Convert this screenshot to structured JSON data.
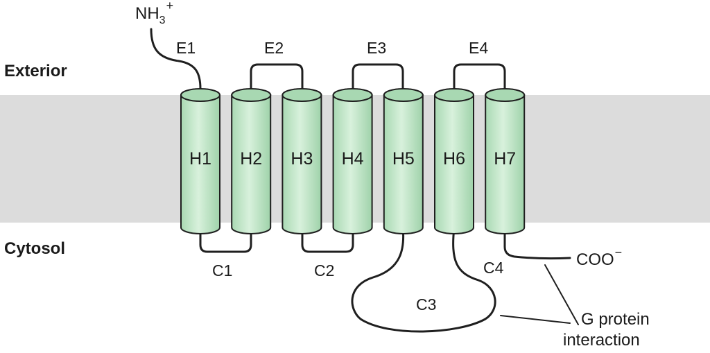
{
  "regions": {
    "exterior": "Exterior",
    "cytosol": "Cytosol"
  },
  "n_terminus": {
    "main": "NH",
    "sub": "3",
    "sup": "+"
  },
  "c_terminus": {
    "main": "COO",
    "sup": "−"
  },
  "helices": [
    "H1",
    "H2",
    "H3",
    "H4",
    "H5",
    "H6",
    "H7"
  ],
  "extracellular_loops": [
    "E1",
    "E2",
    "E3",
    "E4"
  ],
  "cytosolic_loops": [
    "C1",
    "C2",
    "C3",
    "C4"
  ],
  "annotation": {
    "line1": "G protein",
    "line2": "interaction"
  },
  "colors": {
    "membrane": "#dcdcdc",
    "helix_fill": "#bfe6c6",
    "helix_top": "#a8d8b2",
    "helix_stroke": "#1f1f1f",
    "loop_stroke": "#1f1f1f"
  }
}
